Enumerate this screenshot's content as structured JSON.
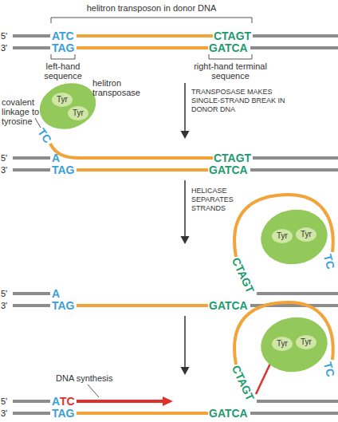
{
  "diagram": {
    "nodes": [
      {
        "text": [
          "helitron transposase",
          "Tyr",
          "Tyr"
        ]
      },
      {
        "text": [
          "Tyr",
          "Tyr"
        ]
      },
      {
        "text": [
          "Tyr",
          "Tyr"
        ]
      }
    ],
    "labels": [
      "helitron transposon in donor DNA",
      "5'",
      "ATC",
      "CTAGT",
      "3'",
      "TAG",
      "GATCA",
      "left-hand sequence",
      "right-hand terminal sequence",
      "covalent linkage to tyrosine",
      "TC",
      "TRANSPOSASE MAKES SINGLE-STRAND BREAK IN DONOR DNA",
      "5'",
      "A",
      "CTAGT",
      "3'",
      "TAG",
      "GATCA",
      "HELICASE SEPARATES STRANDS",
      "CTAGT",
      "TC",
      "5'",
      "A",
      "3'",
      "TAG",
      "GATCA",
      "CTAGT",
      "TC",
      "DNA synthesis",
      "5'",
      "A",
      "TC",
      "3'",
      "TAG",
      "GATCA"
    ]
  }
}
